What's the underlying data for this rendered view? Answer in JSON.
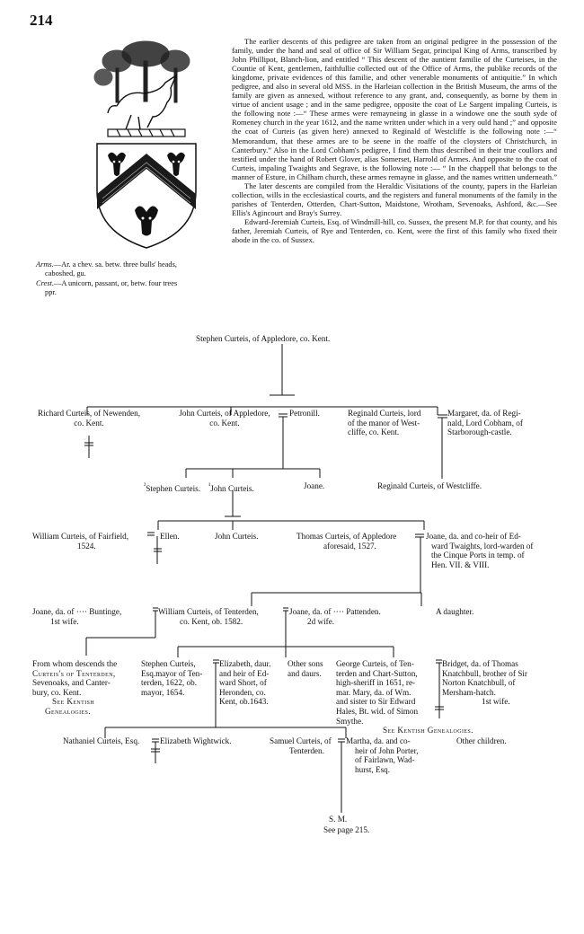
{
  "page_number": "214",
  "intro": {
    "paragraphs": [
      "The earlier descents of this pedigree are taken from an original pedigree in the possession of the family, under the hand and seal of office of Sir William Segar, principal King of Arms, transcribed by John Phillipot, Blanch-lion, and entitled “ This descent of the auntient familie of the Curteises, in the Countie of Kent, gentlemen, faithfullie collected out of the Office of Arms, the publike records of the kingdome, private evidences of this familie, and other venerable monuments of antiquitie.” In which pedigree, and also in several old MSS. in the Harleian collection in the British Museum, the arms of the family are given as annexed, without reference to any grant, and, consequently, as borne by them in virtue of ancient usage ; and in the same pedigree, opposite the coat of Le Sargent impaling Curteis, is the following note :—“ These armes were remayneing in glasse in a windowe one the south syde of Romeney church in the year 1612, and the name written under which in a very ould hand ;” and opposite the coat of Curteis (as given here) annexed to Reginald of Westcliffe is the following note :—“ Memorandum, that these armes are to be seene in the roaffe of the cloysters of Christchurch, in Canterbury.” Also in the Lord Cobham's pedigree, I find them thus described in their true coullors and testified under the hand of Robert Glover, alias Somerset, Harrold of Armes. And opposite to the coat of Curteis, impaling Twaights and Segrave, is the following note :— “ In the chappell that belongs to the manner of Esture, in Chilham church, these armes remayne in glasse, and the names written underneath.”",
      "The later descents are compiled from the Heraldic Visitations of the county, papers in the Harleian collection, wills in the ecclesiastical courts, and the registers and funeral monuments of the family in the parishes of Tenterden, Otterden, Chart-Sutton, Maidstone, Wrotham, Sevenoaks, Ashford, &c.—See Ellis's Agincourt and Bray's Surrey.",
      "Edward-Jeremiah Curteis, Esq. of Windmill-hill, co. Sussex, the present M.P. for that county, and his father, Jeremiah Curteis, of Rye and Tenterden, co. Kent, were the first of this family who fixed their abode in the co. of Sussex."
    ]
  },
  "arms": {
    "arms_label": "Arms.",
    "arms_text": "—Ar. a chev. sa. betw. three bulls' heads, caboshed, gu.",
    "crest_label": "Crest.",
    "crest_text": "—A unicorn, passant, or, betw. four trees ppr."
  },
  "tree": {
    "root": "Stephen Curteis, of Appledore, co. Kent.",
    "g1": {
      "richard": [
        "Richard Curteis, of Newenden,",
        "co. Kent."
      ],
      "john": [
        "John Curteis, of Appledore,",
        "co. Kent."
      ],
      "petronill": "Petronill.",
      "reginald": [
        "Reginald Curteis, lord",
        "of the manor of West-",
        "cliffe, co. Kent."
      ],
      "margaret": [
        "Margaret, da. of Regi-",
        "nald, Lord Cobham, of",
        "Starborough-castle."
      ]
    },
    "g2": {
      "stephen": "Stephen Curteis.",
      "john": "John Curteis.",
      "joane": "Joane.",
      "reginald": "Reginald Curteis, of Westcliffe.",
      "mark1": "²",
      "mark2": "¹"
    },
    "g3": {
      "william": [
        "William Curteis, of Fairfield,",
        "1524."
      ],
      "ellen": "Ellen.",
      "john": "John Curteis.",
      "thomas": [
        "Thomas Curteis, of Appledore",
        "aforesaid, 1527."
      ],
      "joane": [
        "Joane, da. and co-heir of Ed-",
        "ward Twaights, lord-warden of",
        "the Cinque Ports in temp. of",
        "Hen. VII. & VIII."
      ]
    },
    "g4": {
      "joane_b": [
        "Joane, da. of ···· Buntinge,",
        "1st wife."
      ],
      "william": [
        "William Curteis, of Tenterden,",
        "co. Kent, ob. 1582."
      ],
      "joane_p": [
        "Joane, da. of ···· Pattenden.",
        "2d wife."
      ],
      "daughter": "A daughter."
    },
    "g5": {
      "from": [
        "From whom descends the",
        "Curteis's of Tenterden,",
        "Sevenoaks, and Canter-",
        "bury, co. Kent."
      ],
      "see1": [
        "See Kentish",
        "Genealogies."
      ],
      "stephen": [
        "Stephen Curteis,",
        "Esq.mayor of Ten-",
        "terden, 1622, ob.",
        "mayor, 1654."
      ],
      "elizabeth": [
        "Elizabeth, daur.",
        "and heir of Ed-",
        "ward Short, of",
        "Heronden, co.",
        "Kent, ob.1643."
      ],
      "other": [
        "Other sons",
        "and daurs."
      ],
      "george": [
        "George Curteis, of Ten-",
        "terden and Chart-Sutton,",
        "high-sheriff in 1651, re-",
        "mar. Mary, da. of Wm.",
        "and sister to Sir Edward",
        "Hales, Bt. wid. of Simon",
        "Smythe."
      ],
      "bridget": [
        "Bridget, da. of Thomas",
        "Knatchbull, brother of Sir",
        "Norton Knatchbull, of",
        "Mersham-hatch.",
        "1st wife."
      ],
      "see2": "See Kentish Genealogies."
    },
    "g6": {
      "nathaniel": "Nathaniel Curteis, Esq.",
      "elizabeth": "Elizabeth Wightwick.",
      "samuel": [
        "Samuel Curteis, of",
        "Tenterden."
      ],
      "martha": [
        "Martha, da. and co-",
        "heir of John Porter,",
        "of Fairlawn, Wad-",
        "hurst, Esq."
      ],
      "other": "Other children."
    },
    "sm": "S. M.",
    "see_page": "See page 215."
  }
}
